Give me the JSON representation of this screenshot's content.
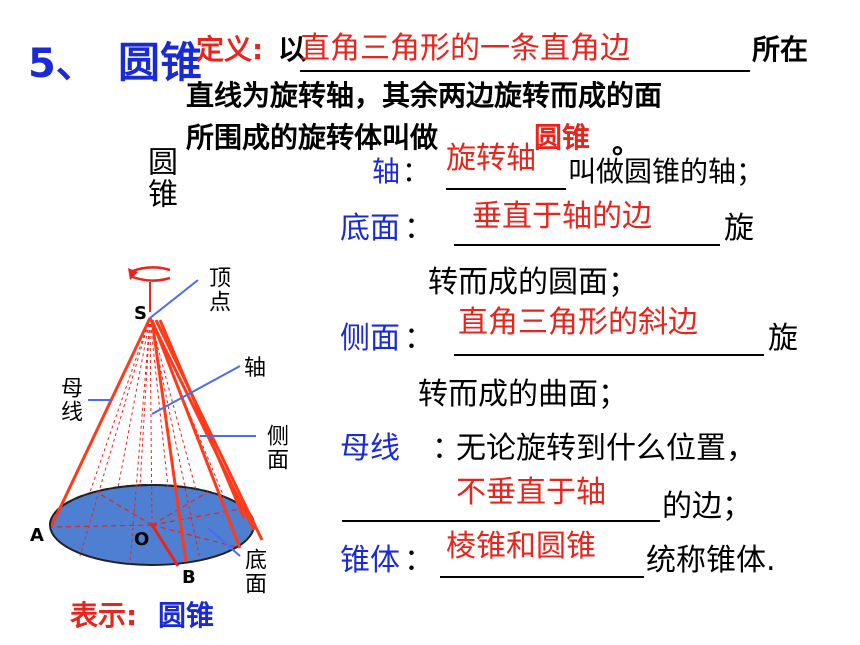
{
  "heading": {
    "number": "5、",
    "title": "圆锥"
  },
  "definition": {
    "label": "定义:",
    "pre": "以",
    "blank_answer": "直角三角形的一条直角边",
    "post_line1": "所在",
    "line2": "直线为旋转轴，其余两边旋转而成的面",
    "line3_pre": "所围成的旋转体叫做",
    "term": "圆锥",
    "line3_end": "。"
  },
  "side_label": "圆锥",
  "items": {
    "axis": {
      "label": "轴",
      "sep": "：",
      "answer": "旋转轴",
      "tail": "叫做圆锥的轴；"
    },
    "base": {
      "label": "底面",
      "sep": "：",
      "answer": "垂直于轴的边",
      "tail": "旋",
      "line2": "转而成的圆面；"
    },
    "lateral": {
      "label": "侧面",
      "sep": "：",
      "answer": "直角三角形的斜边",
      "tail": "旋",
      "line2": "转而成的曲面；"
    },
    "generatrix": {
      "label": "母线",
      "sep": "：",
      "text": "无论旋转到什么位置，",
      "answer": "不垂直于轴",
      "tail": "的边；"
    },
    "cone_body": {
      "label": "锥体",
      "sep": "：",
      "answer": "棱锥和圆锥",
      "tail": "统称锥体."
    }
  },
  "diagram_labels": {
    "apex_text": "顶点",
    "axis_text": "轴",
    "generatrix_text": "母线",
    "lateral_text": "侧面",
    "base_text": "底面",
    "point_s": "S",
    "point_a": "A",
    "point_o": "O",
    "point_b": "B"
  },
  "notation": {
    "label": "表示:",
    "value": "圆锥"
  },
  "colors": {
    "blue": "#1a2bd6",
    "red": "#e8241c",
    "base_fill": "#4f7fd0",
    "line_red": "#ff3a1a",
    "pointer_blue": "#4a6cf0"
  }
}
